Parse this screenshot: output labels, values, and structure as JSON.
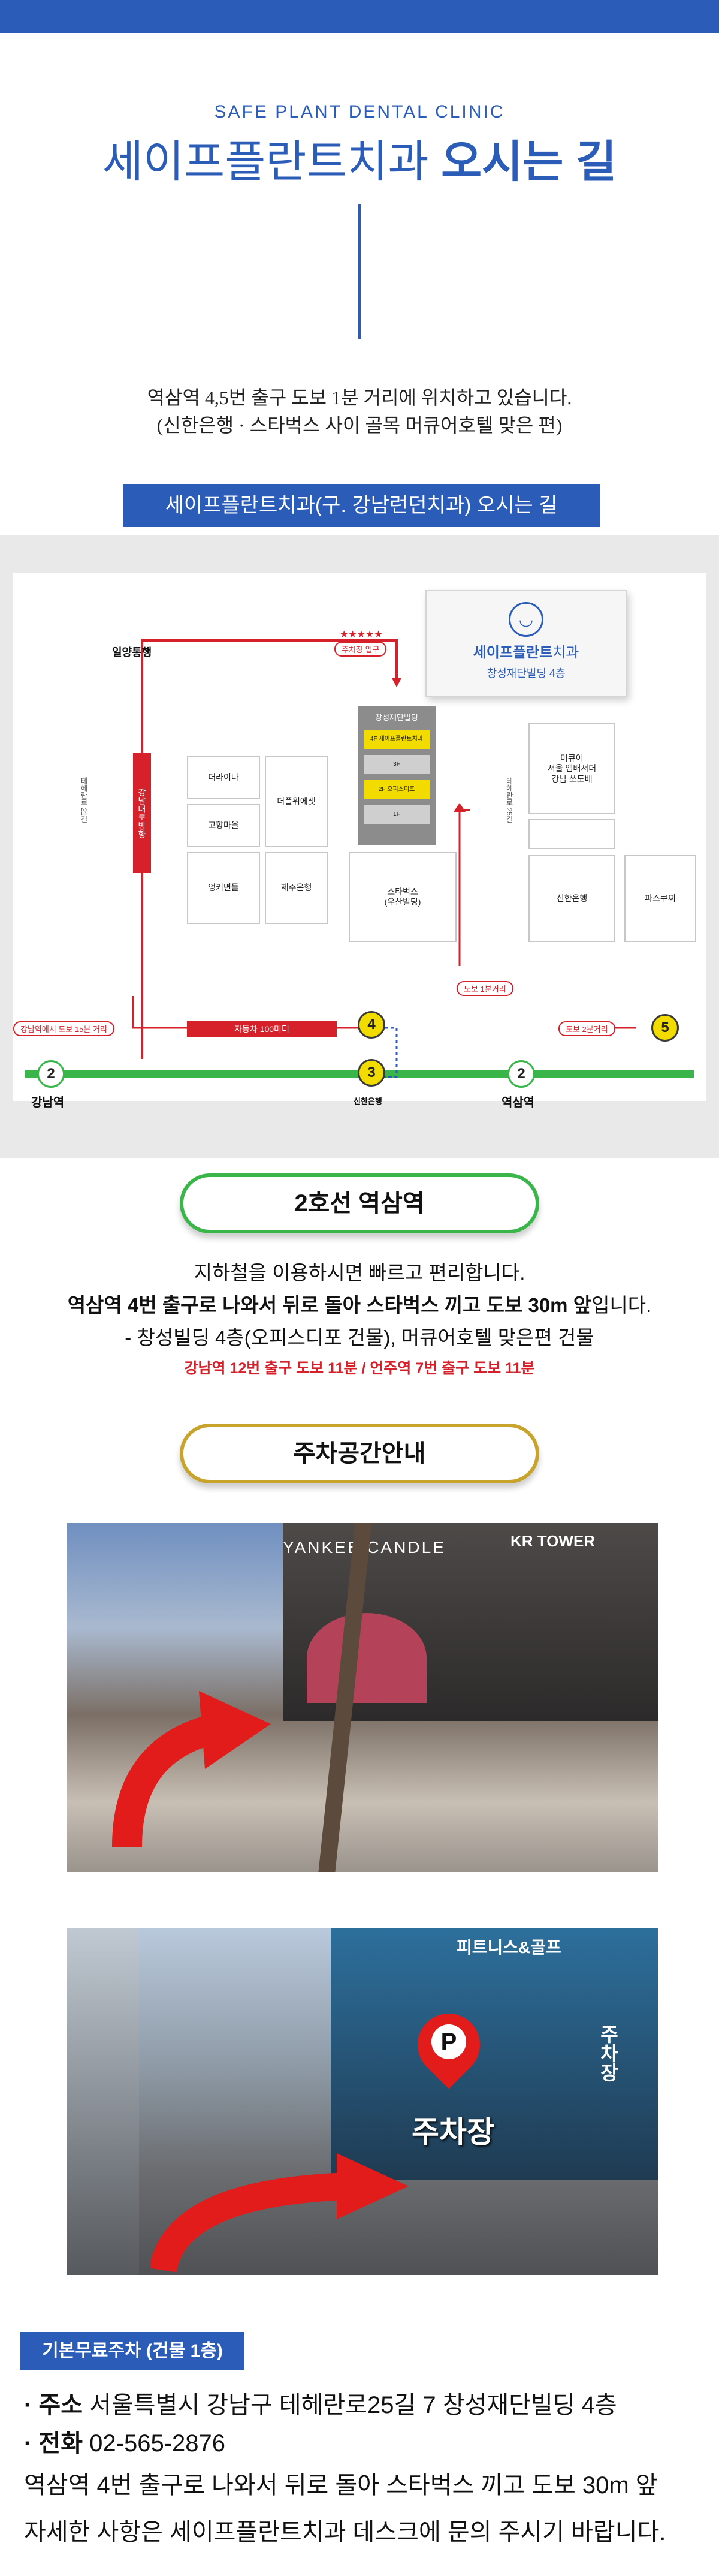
{
  "header": {
    "subtitle_en": "SAFE PLANT DENTAL CLINIC",
    "title_normal": "세이프플란트치과 ",
    "title_bold": "오시는 길"
  },
  "intro": {
    "line1": "역삼역 4,5번 출구 도보 1분 거리에 위치하고 있습니다.",
    "line2": "(신한은행 · 스타벅스 사이 골목 머큐어호텔 맞은 편)"
  },
  "banner": "세이프플란트치과(구. 강남런던치과) 오시는 길",
  "map": {
    "clinic_card": {
      "name_bold": "세이프플란트",
      "name_light": "치과",
      "building": "창성재단빌딩 4층"
    },
    "stars": "★★★★★",
    "parking_entry": "주차장 입구",
    "ilyang": "일양통행",
    "building_title": "창성재단빌딩",
    "floor4": "4F 세이프플란트치과",
    "floor3": "3F",
    "floor2": "2F 오피스디포",
    "floor1": "1F",
    "blocks": [
      "더라이나",
      "고향마을",
      "엉키면들",
      "더플위에셋",
      "제주은행",
      "스타벅스\n(우산빌딩)",
      "머큐어\n서울 앰배서더\n강남 쏘도베",
      "신한은행",
      "파스쿠찌"
    ],
    "road_left": "테헤란로 21길",
    "road_right": "테헤란로 25길",
    "red_vertical": "강남대로방향",
    "walk_100": "자동차 100미터",
    "walk_left": "강남역에서 도보 15분 거리",
    "walk_right": "도보 1분거리",
    "walk_right2": "도보 2분거리",
    "station_left": "강남역",
    "station_right": "역삼역",
    "shinhan_bottom": "신한은행",
    "exit4": "4",
    "exit3": "3",
    "exit5": "5",
    "line_no": "2"
  },
  "subway": {
    "label": "2호선 역삼역",
    "line1": "지하철을 이용하시면 빠르고 편리합니다.",
    "line2_bold": "역삼역 4번 출구로 나와서 뒤로 돌아 스타벅스 끼고 도보 30m 앞",
    "line2_end": "입니다.",
    "line3": "- 창성빌딩 4층(오피스디포 건물), 머큐어호텔 맞은편 건물",
    "line4": "강남역 12번 출구 도보 11분 / 언주역 7번 출구 도보 11분"
  },
  "parking": {
    "label": "주차공간안내",
    "photo1_signs": [
      "YANKEE CANDLE",
      "KR TOWER"
    ],
    "photo2_signs": [
      "피트니스&골프",
      "주차장"
    ],
    "marker": "P",
    "marker_text": "주차장"
  },
  "info": {
    "box": "기본무료주차 (건물 1층)",
    "addr_label": "· 주소",
    "addr": " 서울특별시 강남구 테헤란로25길 7 창성재단빌딩 4층",
    "tel_label": "· 전화",
    "tel": " 02-565-2876",
    "line3": "역삼역 4번 출구로 나와서 뒤로 돌아 스타벅스 끼고 도보 30m 앞",
    "line4": "자세한 사항은 세이프플란트치과 데스크에 문의 주시기 바랍니다."
  },
  "colors": {
    "brand": "#2b5cb8",
    "green": "#39b54a",
    "gold": "#c9a42d",
    "red": "#d6202a",
    "yellow": "#f2dc00"
  }
}
